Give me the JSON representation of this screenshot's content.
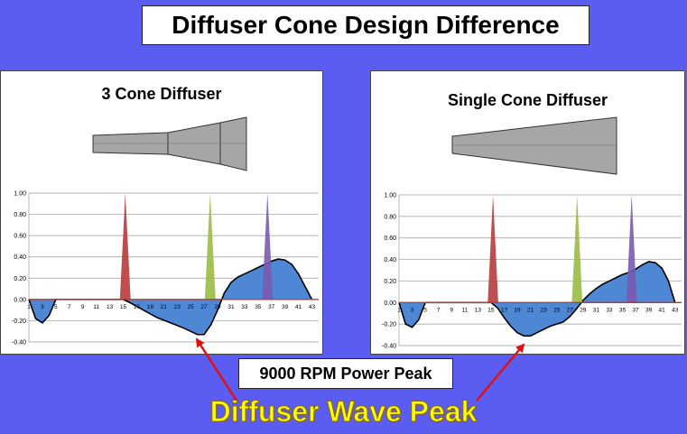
{
  "header": {
    "title": "Diffuser Cone Design Difference"
  },
  "callouts": {
    "rpm_label": "9000 RPM Power Peak",
    "wave_label": "Diffuser Wave Peak"
  },
  "colors": {
    "background": "#5b5cf2",
    "wave_fill": "#4e88d4",
    "pulse_red": "#b83c3c",
    "pulse_green": "#9bbb45",
    "pulse_purple": "#7a5bb0",
    "baseline": "#c0392b",
    "arrow": "#e01010"
  },
  "chart_data": [
    {
      "type": "area",
      "title": "3 Cone Diffuser",
      "x_ticks": [
        "1",
        "3",
        "5",
        "7",
        "9",
        "11",
        "13",
        "15",
        "17",
        "19",
        "21",
        "23",
        "25",
        "27",
        "29",
        "31",
        "33",
        "35",
        "37",
        "39",
        "41",
        "43"
      ],
      "y_ticks": [
        "1.00",
        "0.80",
        "0.60",
        "0.40",
        "0.20",
        "0.00",
        "-0.20",
        "-0.40"
      ],
      "xlim": [
        1,
        44
      ],
      "ylim": [
        -0.4,
        1.0
      ],
      "grid": true,
      "series": [
        {
          "kind": "wave",
          "x": [
            1,
            2,
            3,
            4,
            5,
            15,
            16,
            18,
            20,
            22,
            24,
            26,
            27,
            28,
            29,
            30,
            31,
            32,
            33,
            34,
            35,
            36,
            37,
            38,
            39,
            40,
            41,
            42,
            43
          ],
          "y": [
            0.0,
            -0.18,
            -0.22,
            -0.15,
            0.0,
            0.0,
            -0.03,
            -0.1,
            -0.17,
            -0.22,
            -0.27,
            -0.33,
            -0.33,
            -0.24,
            -0.1,
            0.06,
            0.16,
            0.21,
            0.24,
            0.27,
            0.3,
            0.33,
            0.36,
            0.38,
            0.37,
            0.33,
            0.24,
            0.12,
            0.0
          ]
        },
        {
          "kind": "pulse",
          "color": "red",
          "x": 15.3,
          "width": 1.6,
          "peak": 1.0
        },
        {
          "kind": "pulse",
          "color": "green",
          "x": 27.9,
          "width": 1.6,
          "peak": 1.0
        },
        {
          "kind": "pulse",
          "color": "purple",
          "x": 36.4,
          "width": 1.6,
          "peak": 1.0
        }
      ],
      "diffuser_shape": "three-cone"
    },
    {
      "type": "area",
      "title": "Single Cone Diffuser",
      "x_ticks": [
        "1",
        "3",
        "5",
        "7",
        "9",
        "11",
        "13",
        "15",
        "17",
        "19",
        "21",
        "23",
        "25",
        "27",
        "29",
        "31",
        "33",
        "35",
        "37",
        "39",
        "41",
        "43"
      ],
      "y_ticks": [
        "1.00",
        "0.80",
        "0.60",
        "0.40",
        "0.20",
        "0.00",
        "-0.20",
        "-0.40"
      ],
      "xlim": [
        1,
        44
      ],
      "ylim": [
        -0.4,
        1.0
      ],
      "grid": true,
      "series": [
        {
          "kind": "wave",
          "x": [
            1,
            2,
            3,
            4,
            5,
            15,
            16,
            17,
            18,
            19,
            20,
            21,
            22,
            24,
            26,
            27,
            28,
            29,
            30,
            31,
            32,
            33,
            34,
            35,
            36,
            37,
            38,
            39,
            40,
            41,
            42,
            43
          ],
          "y": [
            0.0,
            -0.2,
            -0.23,
            -0.16,
            0.0,
            0.0,
            -0.05,
            -0.14,
            -0.22,
            -0.28,
            -0.31,
            -0.31,
            -0.28,
            -0.22,
            -0.18,
            -0.13,
            -0.06,
            0.02,
            0.08,
            0.13,
            0.17,
            0.2,
            0.23,
            0.26,
            0.28,
            0.31,
            0.35,
            0.38,
            0.37,
            0.32,
            0.2,
            0.0
          ]
        },
        {
          "kind": "pulse",
          "color": "red",
          "x": 15.3,
          "width": 1.6,
          "peak": 1.0
        },
        {
          "kind": "pulse",
          "color": "green",
          "x": 28.1,
          "width": 1.6,
          "peak": 1.0
        },
        {
          "kind": "pulse",
          "color": "purple",
          "x": 36.4,
          "width": 1.6,
          "peak": 1.0
        }
      ],
      "diffuser_shape": "single-cone"
    }
  ]
}
